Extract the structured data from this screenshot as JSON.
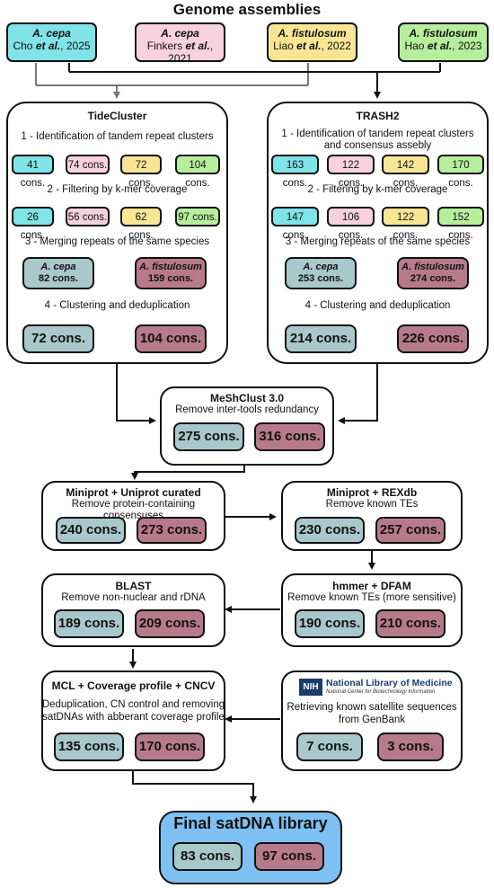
{
  "title": "Genome assemblies",
  "sources": [
    {
      "species": "A. cepa",
      "ref_author": "Cho",
      "ref_etal": "et al.",
      "ref_year": ", 2025",
      "color": "#7fe3e8"
    },
    {
      "species": "A. cepa",
      "ref_author": "Finkers",
      "ref_etal": "et al.",
      "ref_year": ", 2021",
      "color": "#f7d1dd"
    },
    {
      "species": "A. fistulosum",
      "ref_author": "Liao",
      "ref_etal": "et al.",
      "ref_year": ", 2022",
      "color": "#f8e695"
    },
    {
      "species": "A. fistulosum",
      "ref_author": "Hao",
      "ref_etal": "et al.",
      "ref_year": ", 2023",
      "color": "#b6ee9c"
    }
  ],
  "tidecluster": {
    "title": "TideCluster",
    "step1": "1 - Identification of tandem repeat clusters",
    "step1_counts": [
      "41 cons.",
      "74 cons.",
      "72 cons.",
      "104 cons."
    ],
    "step2": "2 - Filtering by k-mer coverage",
    "step2_counts": [
      "26 cons.",
      "56 cons.",
      "62 cons.",
      "97 cons."
    ],
    "step3": "3 - Merging repeats of the same species",
    "merge": [
      {
        "species": "A. cepa",
        "count": "82 cons."
      },
      {
        "species": "A. fistulosum",
        "count": "159 cons."
      }
    ],
    "step4": "4 - Clustering and deduplication",
    "final": [
      "72 cons.",
      "104 cons."
    ]
  },
  "trash2": {
    "title": "TRASH2",
    "step1_a": "1 - Identification of tandem repeat clusters",
    "step1_b": "and consensus assebly",
    "step1_counts": [
      "163 cons.",
      "122 cons.",
      "142 cons.",
      "170 cons."
    ],
    "step2": "2 - Filtering by k-mer coverage",
    "step2_counts": [
      "147 cons.",
      "106 cons.",
      "122 cons.",
      "152 cons."
    ],
    "step3": "3 - Merging repeats of the same species",
    "merge": [
      {
        "species": "A. cepa",
        "count": "253 cons."
      },
      {
        "species": "A. fistulosum",
        "count": "274 cons."
      }
    ],
    "step4": "4 - Clustering and deduplication",
    "final": [
      "214 cons.",
      "226 cons."
    ]
  },
  "meshclust": {
    "title": "MeShClust 3.0",
    "desc": "Remove inter-tools redundancy",
    "counts": [
      "275 cons.",
      "316 cons."
    ]
  },
  "miniprot_uniprot": {
    "title": "Miniprot + Uniprot  curated",
    "desc": "Remove protein-containing consensuses",
    "counts": [
      "240 cons.",
      "273 cons."
    ]
  },
  "miniprot_rexdb": {
    "title": "Miniprot + REXdb",
    "desc": "Remove known TEs",
    "counts": [
      "230 cons.",
      "257 cons."
    ]
  },
  "hmmer": {
    "title": "hmmer + DFAM",
    "desc": "Remove known TEs (more sensitive)",
    "counts": [
      "190 cons.",
      "210 cons."
    ]
  },
  "blast": {
    "title": "BLAST",
    "desc": "Remove non-nuclear and rDNA",
    "counts": [
      "189 cons.",
      "209 cons."
    ]
  },
  "mcl": {
    "title": "MCL + Coverage profile + CNCV",
    "desc_lines": [
      "Deduplication, CN control and removing",
      "satDNAs with abberant coverage profile"
    ],
    "counts": [
      "135 cons.",
      "170 cons."
    ]
  },
  "nlm": {
    "logo_abbr": "NIH",
    "logo_name": "National Library of Medicine",
    "logo_sub": "National Center for Biotechnology Information",
    "desc_lines": [
      "Retrieving known satellite sequences",
      "from GenBank"
    ],
    "counts": [
      "7 cons.",
      "3 cons."
    ]
  },
  "final": {
    "title": "Final satDNA library",
    "counts": [
      "83 cons.",
      "97 cons."
    ],
    "color": "#7fc0f2"
  },
  "colors": {
    "cepa": "#a9c8cc",
    "fistulosum": "#b77a8c",
    "gray_line": "#777777"
  }
}
